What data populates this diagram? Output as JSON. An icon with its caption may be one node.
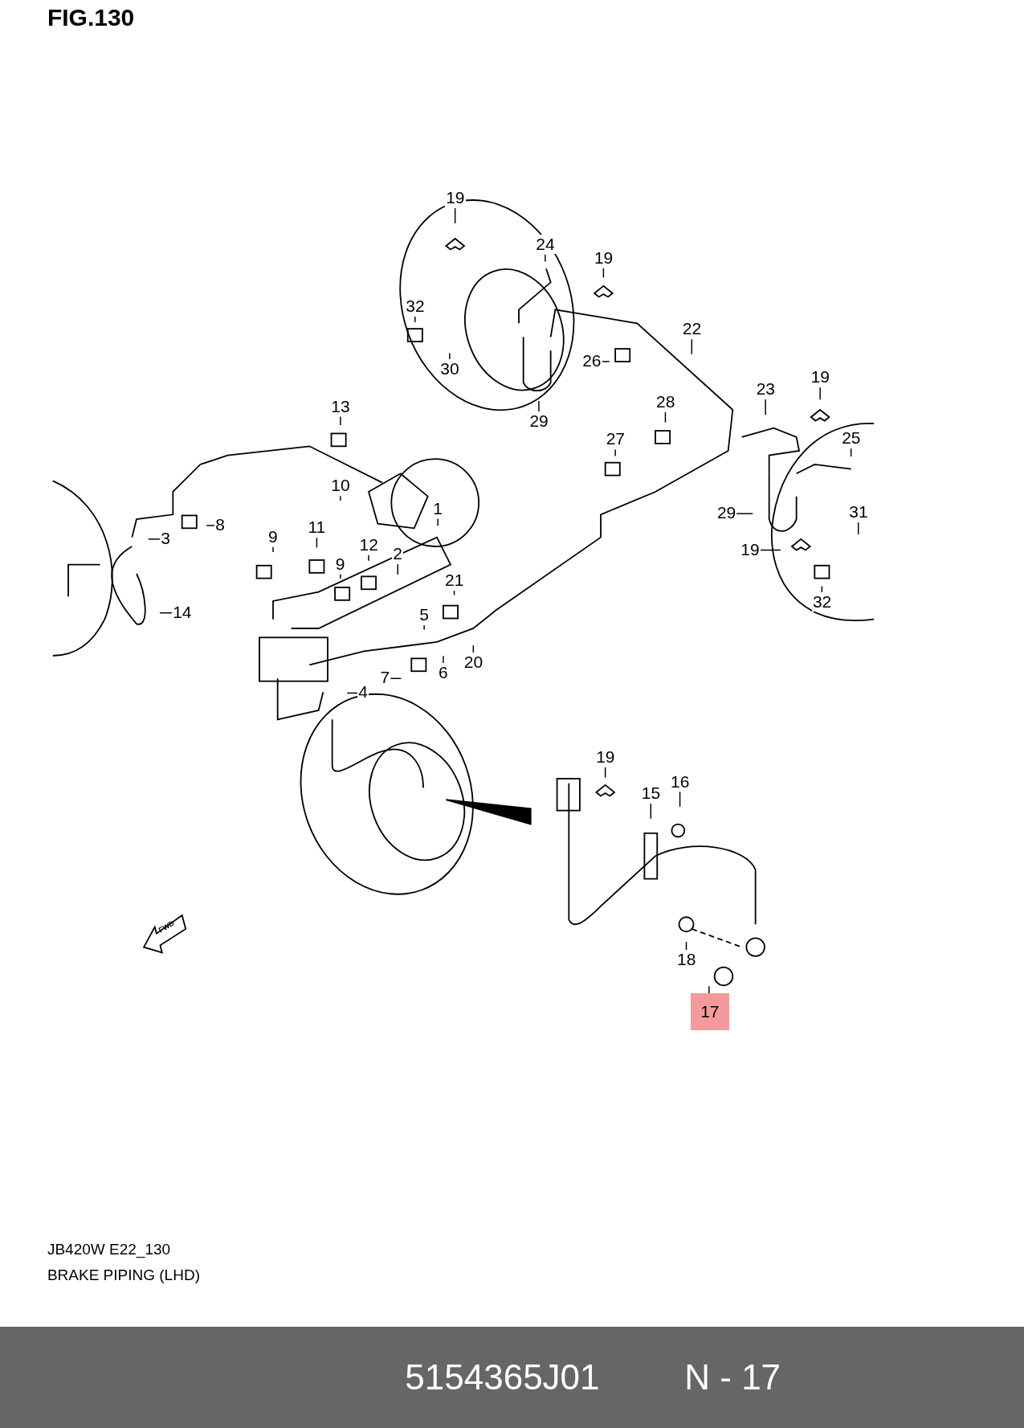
{
  "diagram": {
    "title": "FIG.130",
    "caption": "BRAKE PIPING (LHD)",
    "nodes": [
      {
        "text": [
          "19"
        ]
      },
      {
        "text": [
          "24"
        ]
      },
      {
        "text": [
          "19"
        ]
      },
      {
        "text": [
          "32"
        ]
      },
      {
        "text": [
          "30"
        ]
      },
      {
        "text": [
          "22"
        ]
      },
      {
        "text": [
          "26"
        ]
      },
      {
        "text": [
          "29"
        ]
      },
      {
        "text": [
          "23"
        ]
      },
      {
        "text": [
          "19"
        ]
      },
      {
        "text": [
          "28"
        ]
      },
      {
        "text": [
          "25"
        ]
      },
      {
        "text": [
          "27"
        ]
      },
      {
        "text": [
          "13"
        ]
      },
      {
        "text": [
          "10"
        ]
      },
      {
        "text": [
          "1"
        ]
      },
      {
        "text": [
          "29"
        ]
      },
      {
        "text": [
          "31"
        ]
      },
      {
        "text": [
          "8"
        ]
      },
      {
        "text": [
          "3"
        ]
      },
      {
        "text": [
          "11"
        ]
      },
      {
        "text": [
          "9"
        ]
      },
      {
        "text": [
          "12"
        ]
      },
      {
        "text": [
          "9"
        ]
      },
      {
        "text": [
          "2"
        ]
      },
      {
        "text": [
          "19"
        ]
      },
      {
        "text": [
          "21"
        ]
      },
      {
        "text": [
          "32"
        ]
      },
      {
        "text": [
          "14"
        ]
      },
      {
        "text": [
          "5"
        ]
      },
      {
        "text": [
          "20"
        ]
      },
      {
        "text": [
          "7"
        ]
      },
      {
        "text": [
          "6"
        ]
      },
      {
        "text": [
          "4"
        ]
      },
      {
        "text": [
          "19"
        ]
      },
      {
        "text": [
          "16"
        ]
      },
      {
        "text": [
          "15"
        ]
      },
      {
        "text": [
          "18"
        ]
      },
      {
        "text": [
          "17"
        ]
      }
    ],
    "edges": [
      {
        "from": 0,
        "to": null,
        "arrow": "none"
      },
      {
        "from": 1,
        "to": null,
        "arrow": "none"
      },
      {
        "from": 2,
        "to": null,
        "arrow": "none"
      },
      {
        "from": 3,
        "to": null,
        "arrow": "none"
      },
      {
        "from": 4,
        "to": null,
        "arrow": "none"
      },
      {
        "from": 5,
        "to": null,
        "arrow": "none"
      },
      {
        "from": 6,
        "to": null,
        "arrow": "none"
      },
      {
        "from": 7,
        "to": null,
        "arrow": "none"
      },
      {
        "from": 8,
        "to": null,
        "arrow": "none"
      },
      {
        "from": 9,
        "to": null,
        "arrow": "none"
      },
      {
        "from": 10,
        "to": null,
        "arrow": "none"
      },
      {
        "from": 11,
        "to": null,
        "arrow": "none"
      },
      {
        "from": 12,
        "to": null,
        "arrow": "none"
      },
      {
        "from": 13,
        "to": null,
        "arrow": "none"
      },
      {
        "from": 14,
        "to": null,
        "arrow": "none"
      },
      {
        "from": 15,
        "to": null,
        "arrow": "none"
      },
      {
        "from": 16,
        "to": null,
        "arrow": "none"
      },
      {
        "from": 17,
        "to": null,
        "arrow": "none"
      },
      {
        "from": 18,
        "to": null,
        "arrow": "none"
      },
      {
        "from": 19,
        "to": null,
        "arrow": "none"
      },
      {
        "from": 20,
        "to": null,
        "arrow": "none"
      },
      {
        "from": 21,
        "to": null,
        "arrow": "none"
      },
      {
        "from": 22,
        "to": null,
        "arrow": "none"
      },
      {
        "from": 23,
        "to": null,
        "arrow": "none"
      },
      {
        "from": 24,
        "to": null,
        "arrow": "none"
      },
      {
        "from": 25,
        "to": null,
        "arrow": "none"
      },
      {
        "from": 26,
        "to": null,
        "arrow": "none"
      },
      {
        "from": 27,
        "to": null,
        "arrow": "none"
      },
      {
        "from": 28,
        "to": null,
        "arrow": "none"
      },
      {
        "from": 29,
        "to": null,
        "arrow": "none"
      },
      {
        "from": 30,
        "to": null,
        "arrow": "none"
      },
      {
        "from": 31,
        "to": null,
        "arrow": "none"
      },
      {
        "from": 32,
        "to": null,
        "arrow": "none"
      },
      {
        "from": 33,
        "to": null,
        "arrow": "none"
      },
      {
        "from": 34,
        "to": null,
        "arrow": "none"
      },
      {
        "from": 35,
        "to": null,
        "arrow": "none"
      },
      {
        "from": 36,
        "to": null,
        "arrow": "none"
      },
      {
        "from": 37,
        "to": null,
        "arrow": "none"
      },
      {
        "from": 38,
        "to": null,
        "arrow": "none"
      }
    ],
    "labels": [
      "FWD",
      "JB420W E22_130",
      "5154365J01",
      "N - 17"
    ]
  }
}
